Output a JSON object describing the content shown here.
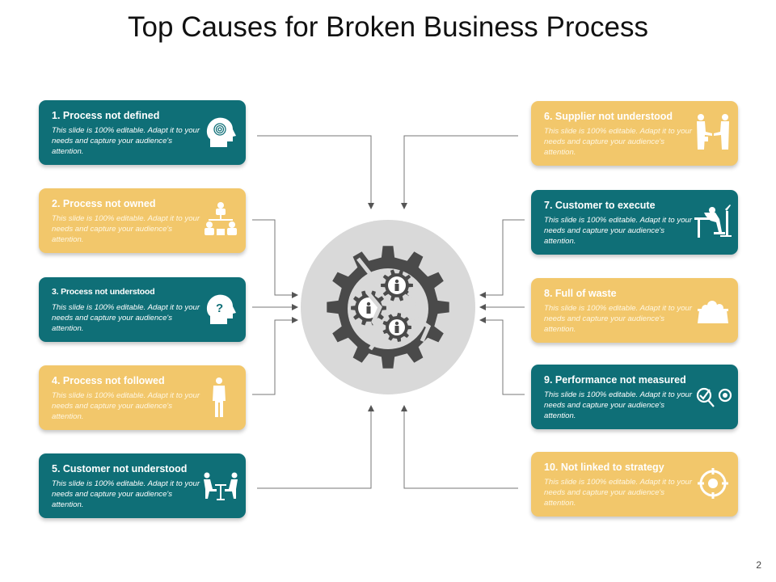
{
  "title": "Top Causes for Broken Business Process",
  "page_number": "2",
  "colors": {
    "teal": "#0f6f77",
    "gold": "#f2c76b",
    "gear": "#4a4a4a",
    "circle": "#d9d9d9"
  },
  "causes": [
    {
      "label": "1. Process not defined",
      "text": "This slide is 100% editable. Adapt it to your needs and capture your audience's attention.",
      "icon": "head-fingerprint-icon"
    },
    {
      "label": "2. Process not owned",
      "text": "This slide is 100% editable. Adapt it to your needs and capture your audience's attention.",
      "icon": "org-chart-icon"
    },
    {
      "label": "3. Process not understood",
      "text": "This slide is 100% editable. Adapt it to your needs and capture your audience's attention.",
      "icon": "head-question-icon"
    },
    {
      "label": "4. Process not followed",
      "text": "This slide is 100% editable. Adapt it to your needs and capture your audience's attention.",
      "icon": "standing-person-icon"
    },
    {
      "label": "5. Customer not understood",
      "text": "This slide is 100% editable. Adapt it to your needs and capture your audience's attention.",
      "icon": "meeting-icon"
    },
    {
      "label": "6. Supplier not understood",
      "text": "This slide is 100% editable. Adapt it to your needs and capture your audience's attention.",
      "icon": "handshake-icon"
    },
    {
      "label": "7. Customer to execute",
      "text": "This slide is 100% editable. Adapt it to your needs and capture your audience's attention.",
      "icon": "desk-worker-icon"
    },
    {
      "label": "8. Full of waste",
      "text": "This slide is 100% editable. Adapt it to your needs and capture your audience's attention.",
      "icon": "waste-bin-icon"
    },
    {
      "label": "9. Performance not measured",
      "text": "This slide is 100% editable. Adapt it to your needs and capture your audience's attention.",
      "icon": "measure-icon"
    },
    {
      "label": "10. Not linked to strategy",
      "text": "This slide is 100% editable. Adapt it to your needs and capture your audience's attention.",
      "icon": "target-icon"
    }
  ]
}
